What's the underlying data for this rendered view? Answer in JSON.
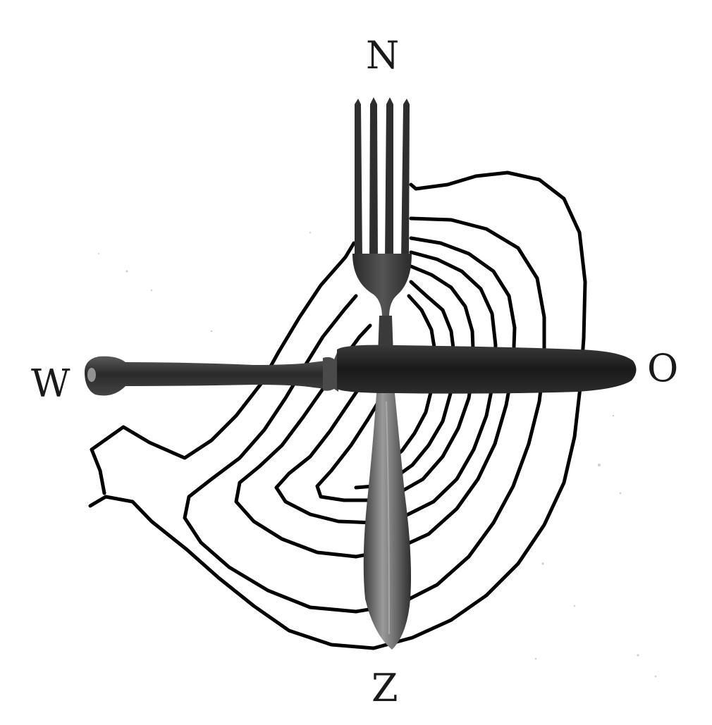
{
  "compass": {
    "north": "N",
    "east": "O",
    "west": "W",
    "south": "Z"
  },
  "colors": {
    "background": "#ffffff",
    "contour_lines": "#000000",
    "cutlery": "#2a2a2a",
    "knife_blade": "#1e1e1e",
    "lettering": "#1a1a1a"
  },
  "icons": [
    "contour-map",
    "fork-icon",
    "knife-icon"
  ]
}
